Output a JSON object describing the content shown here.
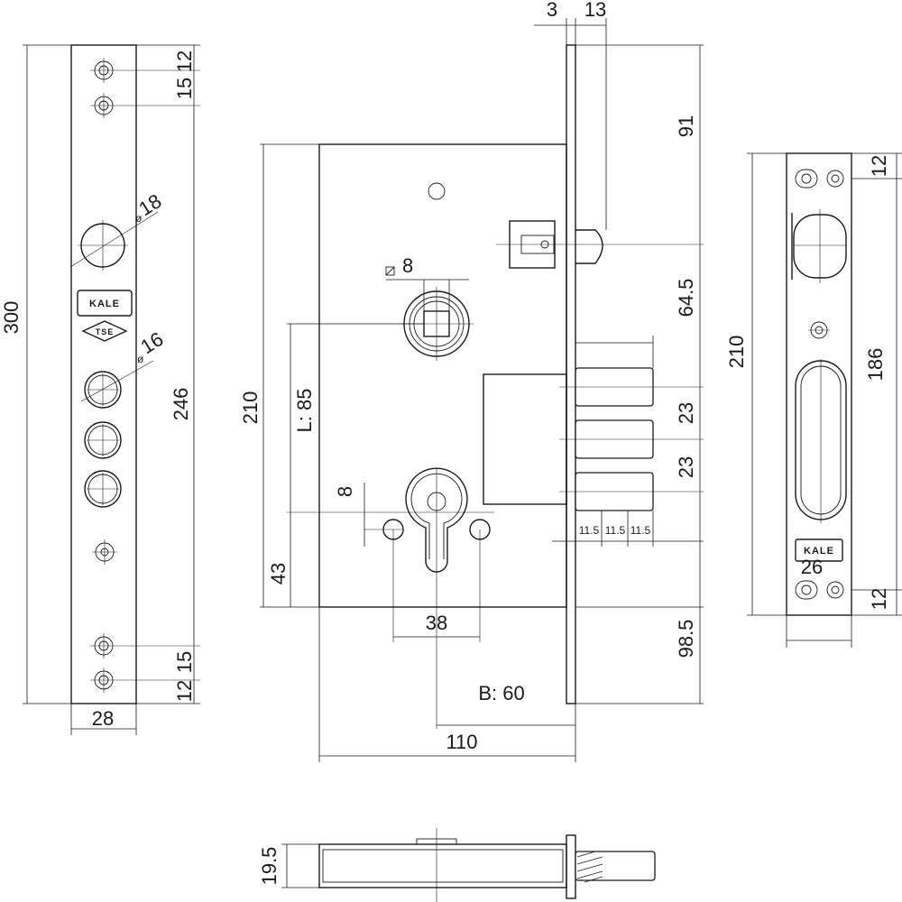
{
  "left_strike": {
    "d_top_1": "12",
    "d_top_2": "15",
    "d_height": "300",
    "d_hole_a": "18",
    "d_hole_b": "16",
    "d_span": "246",
    "d_bot_1": "15",
    "d_bot_2": "12",
    "d_width": "28",
    "logo_top": "KALE",
    "logo_bottom": "TSE"
  },
  "main_lock": {
    "d_plate": "3",
    "d_latch": "13",
    "d_top_latch": "91",
    "d_square": "8",
    "d_body_height": "210",
    "d_center": "L: 85",
    "d_latch_bolt": "64.5",
    "d_bolt_1": "23",
    "d_bolt_2": "23",
    "d_cyl_off": "8",
    "d_cyl_bottom": "43",
    "d_p1": "11.5",
    "d_p2": "11.5",
    "d_p3": "11.5",
    "d_holes": "38",
    "d_lower": "98.5",
    "d_backset": "B: 60",
    "d_width": "110"
  },
  "right_strike": {
    "d_top": "12",
    "d_height": "210",
    "d_span": "186",
    "d_logo": "26",
    "d_bottom": "12",
    "logo": "KALE"
  },
  "bottom_view": {
    "d_depth": "19.5"
  }
}
